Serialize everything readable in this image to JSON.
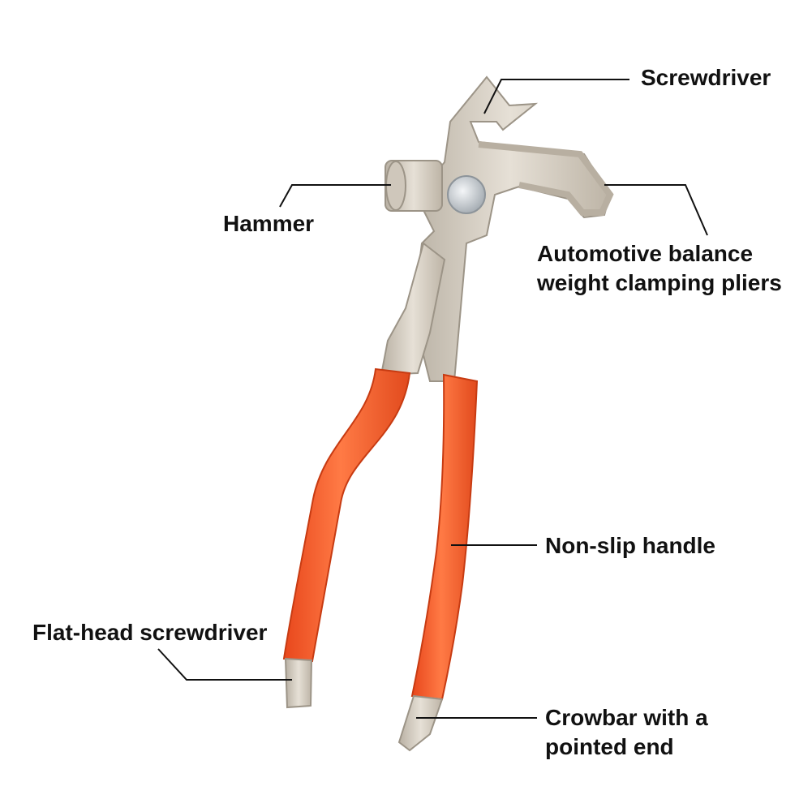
{
  "callouts": {
    "screwdriver": "Screwdriver",
    "hammer": "Hammer",
    "clamping_pliers": {
      "line1": "Automotive balance",
      "line2": "weight clamping pliers"
    },
    "handle": "Non-slip handle",
    "flat_head": "Flat-head screwdriver",
    "crowbar": {
      "line1": "Crowbar with a",
      "line2": "pointed end"
    }
  },
  "colors": {
    "handle": "#f05a28",
    "metal": "#d9d2c7",
    "leader": "#111111",
    "text": "#111111"
  }
}
